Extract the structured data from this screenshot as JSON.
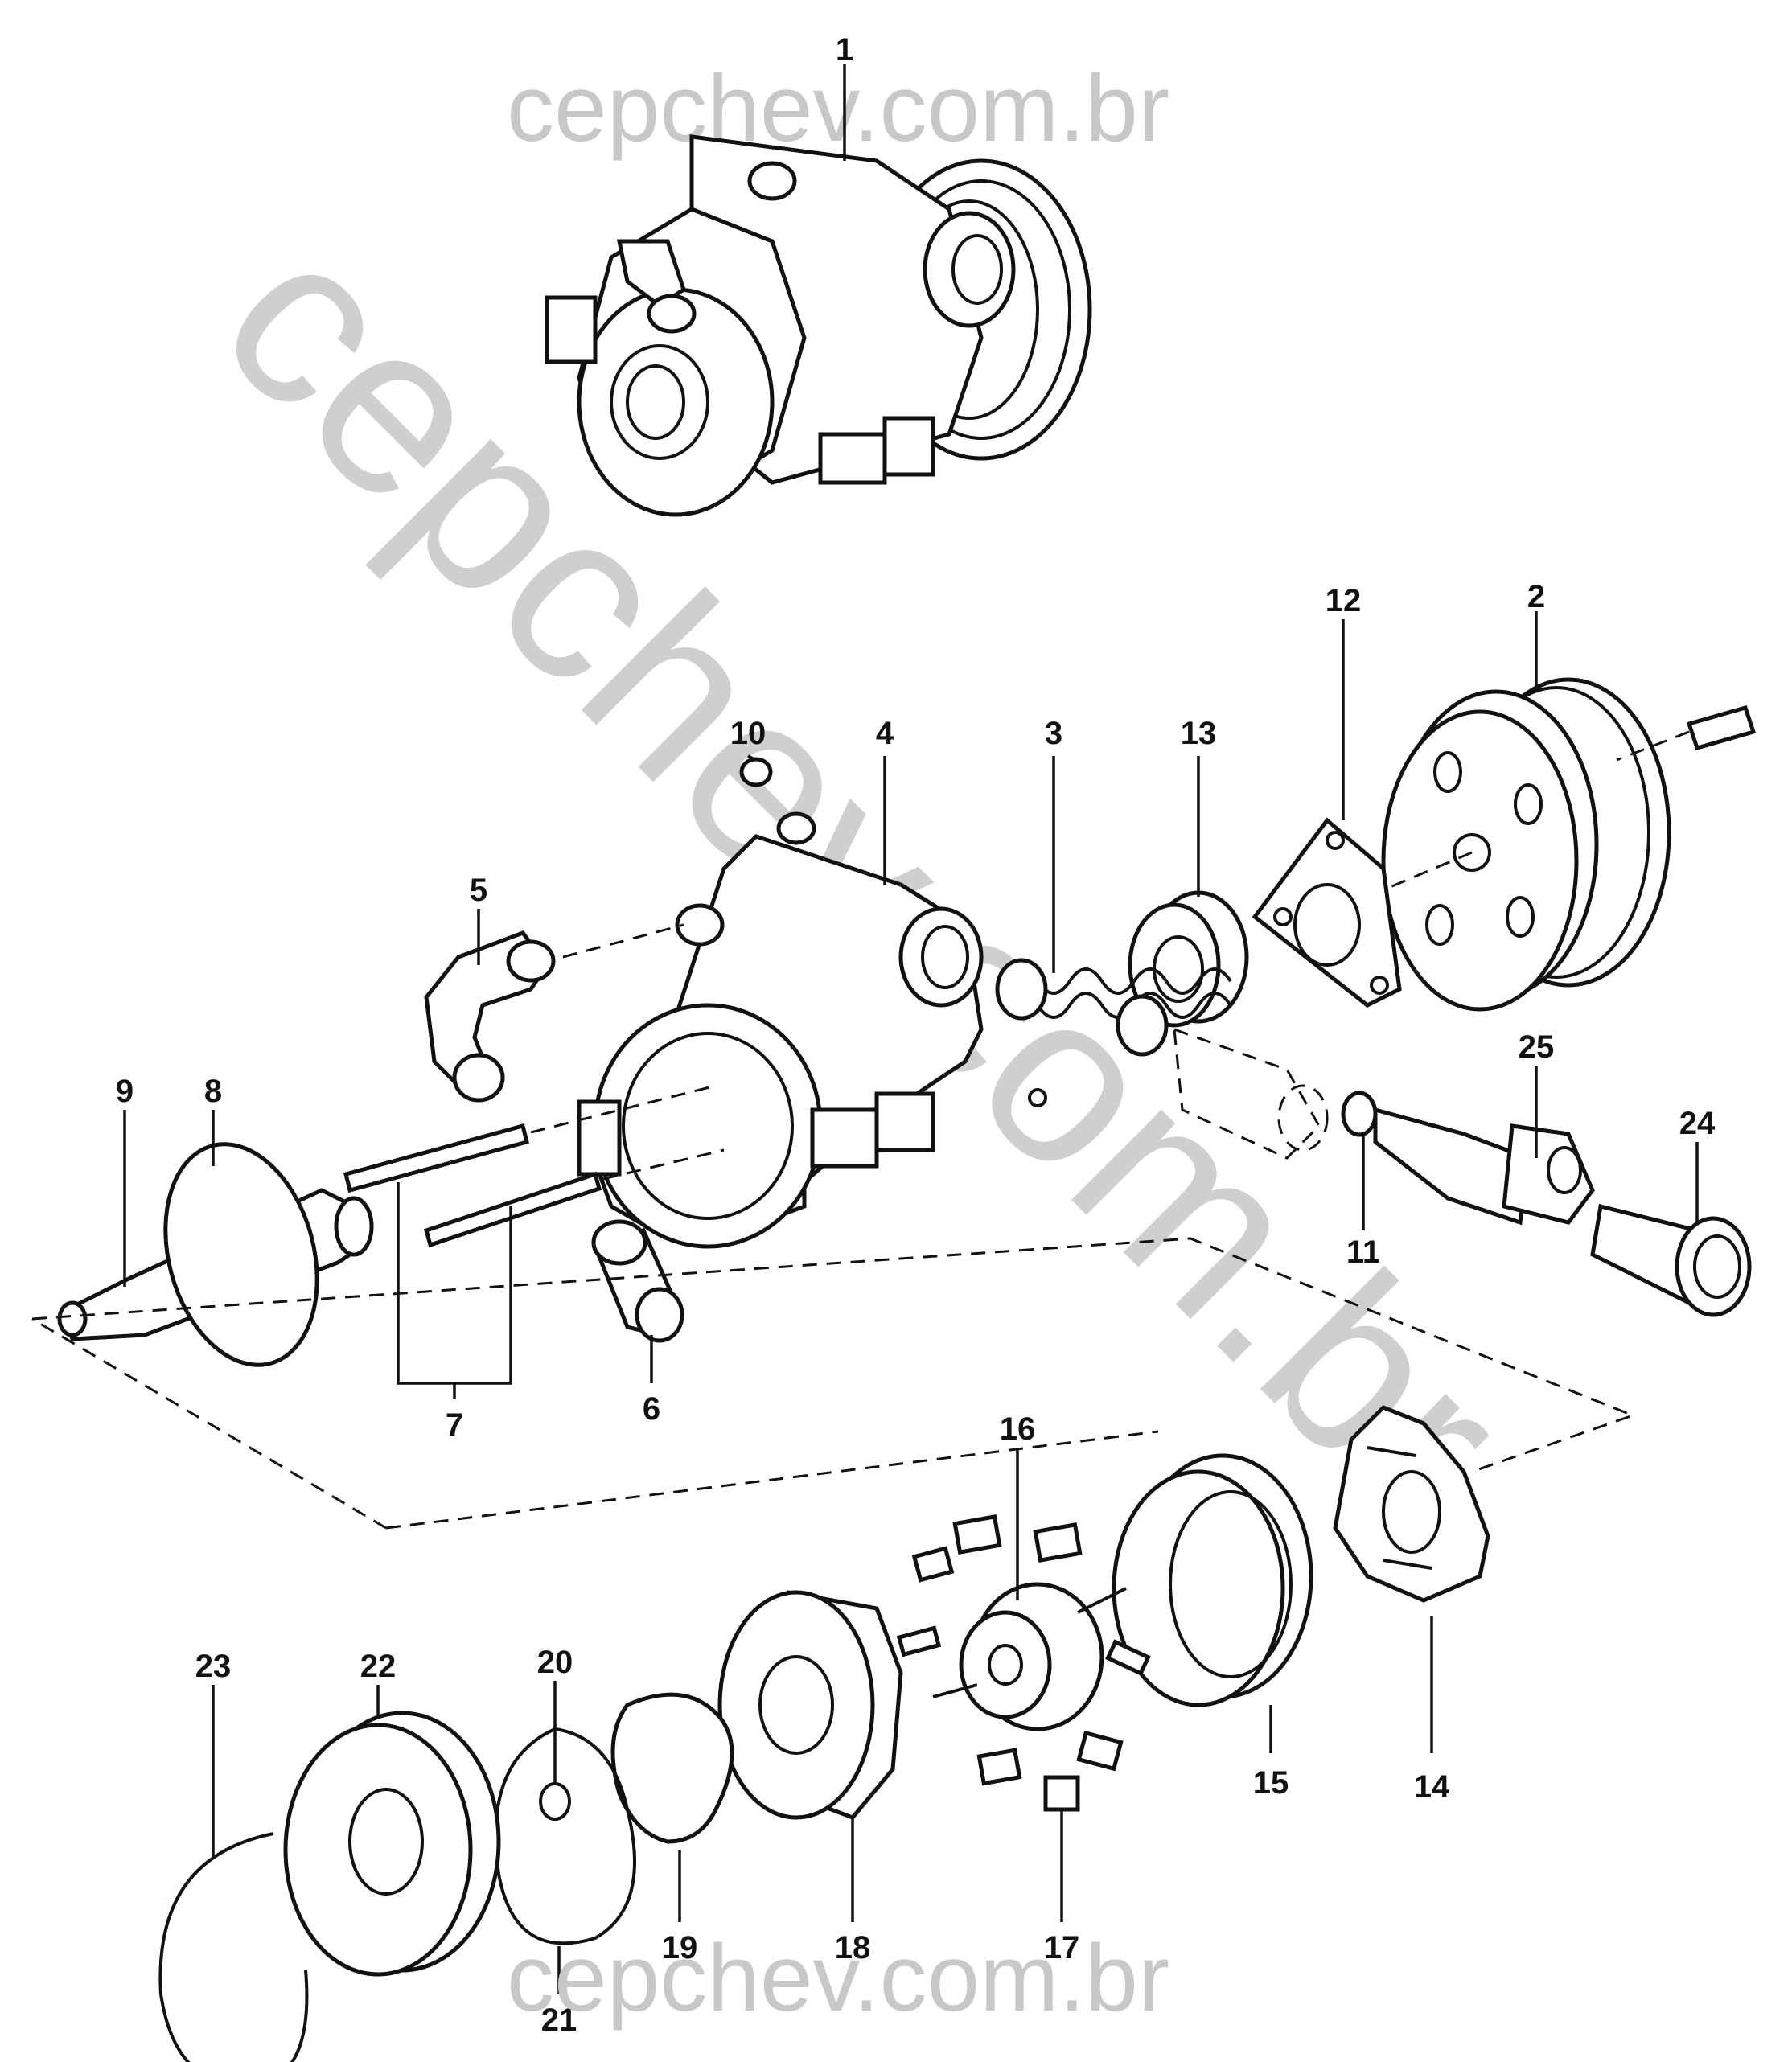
{
  "watermark": {
    "top": "cepchev.com.br",
    "bottom": "cepchev.com.br",
    "diagonal": "cepchev.com.br"
  },
  "callouts": [
    "1",
    "2",
    "3",
    "4",
    "5",
    "6",
    "7",
    "8",
    "9",
    "10",
    "11",
    "12",
    "13",
    "14",
    "15",
    "16",
    "17",
    "18",
    "19",
    "20",
    "21",
    "22",
    "23",
    "24",
    "25"
  ],
  "colors": {
    "line": "#111111",
    "watermark": "#c8c8c8",
    "background": "#ffffff"
  }
}
